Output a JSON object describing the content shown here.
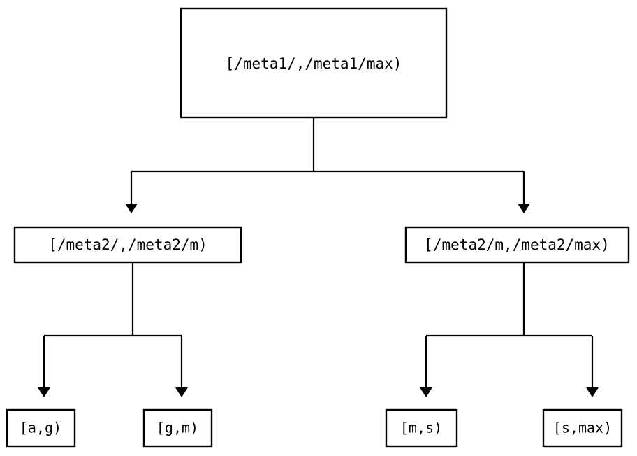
{
  "diagram": {
    "type": "tree",
    "title": "",
    "background_color": "#ffffff",
    "line_color": "#000000",
    "box_fill": "#ffffff",
    "nodes": {
      "root": {
        "label": "[/meta1/,/meta1/max)"
      },
      "mid_left": {
        "label": "[/meta2/,/meta2/m)"
      },
      "mid_right": {
        "label": "[/meta2/m,/meta2/max)"
      },
      "leaf_1": {
        "label": "[a,g)"
      },
      "leaf_2": {
        "label": "[g,m)"
      },
      "leaf_3": {
        "label": "[m,s)"
      },
      "leaf_4": {
        "label": "[s,max)"
      }
    },
    "edges": [
      {
        "from": "root",
        "to": "mid_left"
      },
      {
        "from": "root",
        "to": "mid_right"
      },
      {
        "from": "mid_left",
        "to": "leaf_1"
      },
      {
        "from": "mid_left",
        "to": "leaf_2"
      },
      {
        "from": "mid_right",
        "to": "leaf_3"
      },
      {
        "from": "mid_right",
        "to": "leaf_4"
      }
    ]
  }
}
